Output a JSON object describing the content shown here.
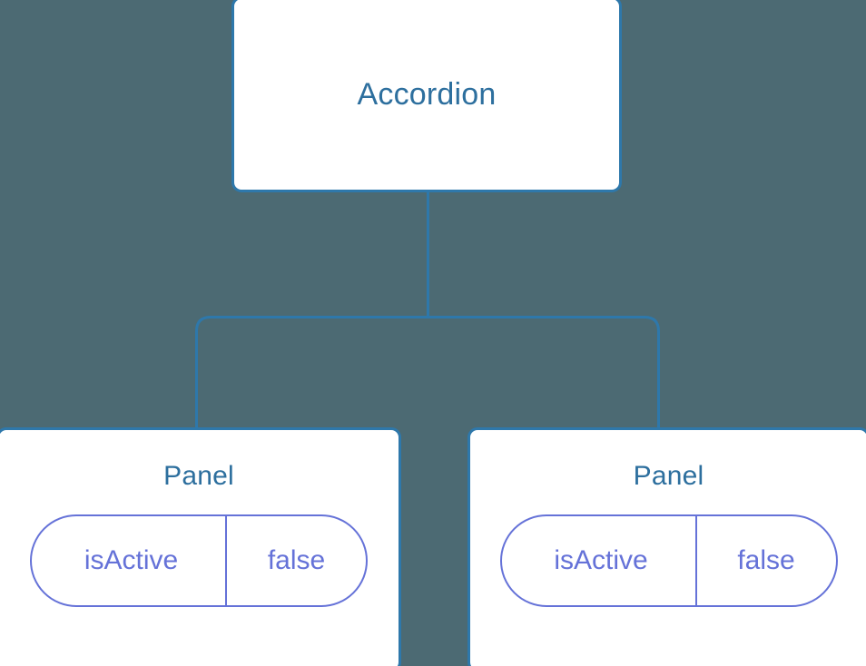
{
  "diagram": {
    "type": "component-tree",
    "background_color": "#4c6a73",
    "node_fill_color": "#ffffff",
    "node_border_color": "#2e78ab",
    "node_title_color": "#2d6f9e",
    "prop_color": "#6572d8",
    "connector_color": "#2e78ab"
  },
  "root": {
    "title": "Accordion"
  },
  "children": [
    {
      "title": "Panel",
      "prop": {
        "key": "isActive",
        "value": "false"
      }
    },
    {
      "title": "Panel",
      "prop": {
        "key": "isActive",
        "value": "false"
      }
    }
  ]
}
